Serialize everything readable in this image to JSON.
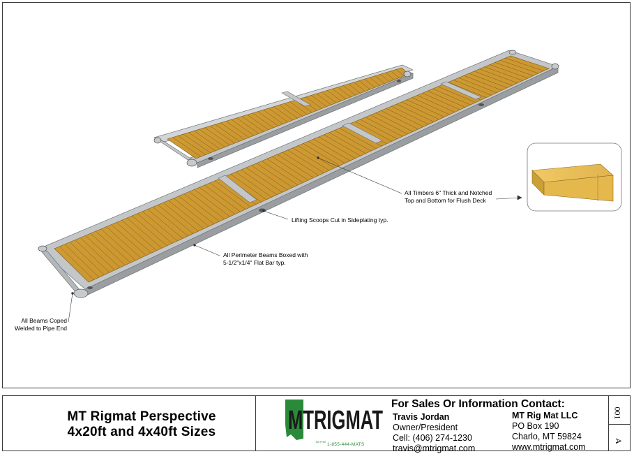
{
  "callouts": {
    "timbers": [
      "All Timbers 6\" Thick and Notched",
      "Top and Bottom for Flush Deck"
    ],
    "lifting": "Lifting Scoops Cut in Sideplating typ.",
    "perimeter": [
      "All Perimeter Beams Boxed with",
      "5-1/2\"x1/4\" Flat Bar typ."
    ],
    "coped": [
      "All Beams Coped",
      "Welded to Pipe End"
    ]
  },
  "title_block": {
    "title_line1": "MT Rigmat Perspective",
    "title_line2": "4x20ft and 4x40ft Sizes",
    "logo_text": "MTRIGMAT",
    "logo_small": "Toll Free",
    "logo_phone": "1-855-444-MATS",
    "contact_heading": "For Sales Or Information Contact:",
    "person": {
      "name": "Travis Jordan",
      "role": "Owner/President",
      "cell": "Cell: (406) 274-1230",
      "email": "travis@mtrigmat.com"
    },
    "company": {
      "name": "MT Rig Mat LLC",
      "po": "PO Box 190",
      "city": "Charlo, MT 59824",
      "web": "www.mtrigmat.com"
    },
    "sheet_number": "001",
    "revision": "A"
  },
  "colors": {
    "wood": "#c8962e",
    "wood_light": "#e3b54a",
    "steel": "#b9bcbe",
    "steel_dark": "#8d9194",
    "logo_green": "#2a8a3a"
  }
}
